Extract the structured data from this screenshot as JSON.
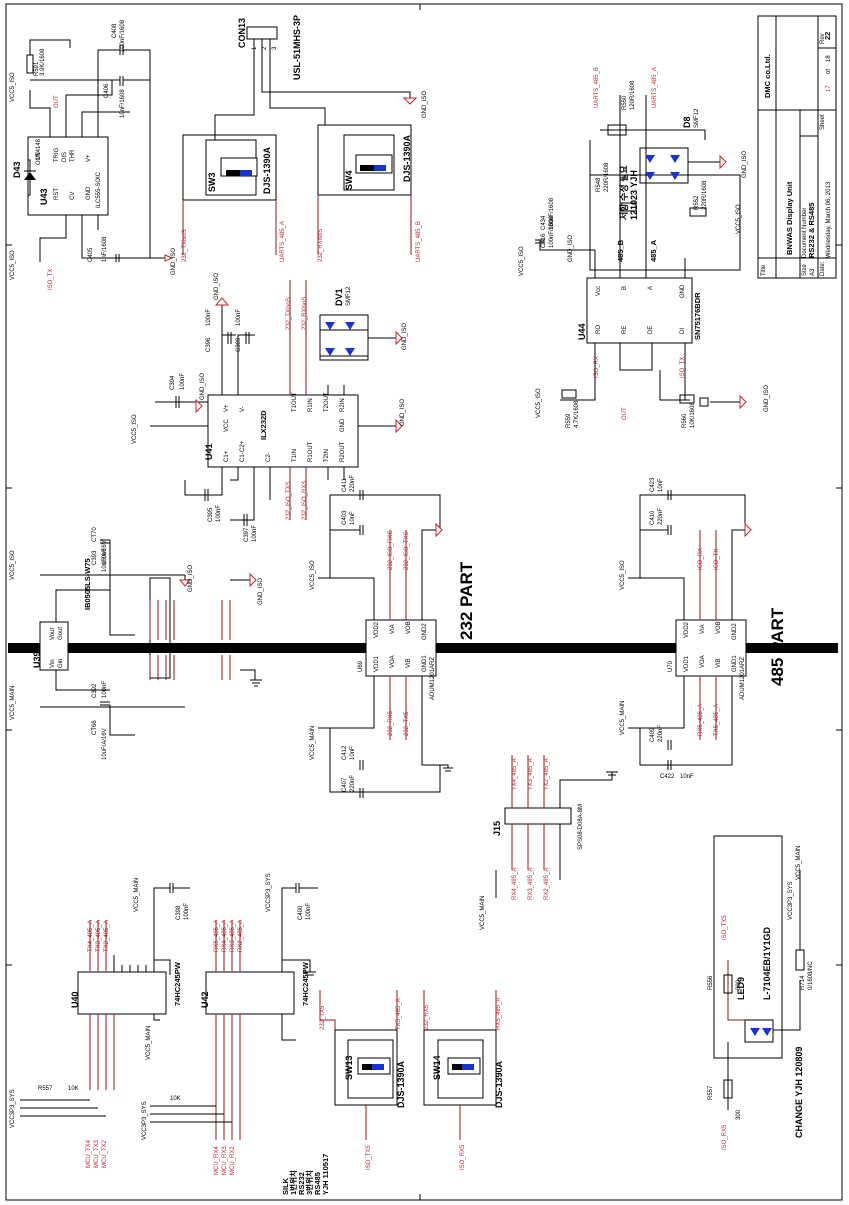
{
  "sections": {
    "part232": "232 PART",
    "part485": "485 PART"
  },
  "title_block": {
    "logo": "DMC co.Ltd.",
    "rev_label": "Rev",
    "rev": "22",
    "title_label": "Title",
    "title": "BNWAS Display Unit",
    "size_label": "Size",
    "size": "A3",
    "docnum_label": "Document Number",
    "docnum": "RS232 & RS485",
    "date_label": "Date:",
    "date": "Wednesday, March 06, 2013",
    "sheet_label": "Sheet",
    "sheet": "17",
    "of": "of",
    "total": "18"
  },
  "change_note": "CHANGE YJH 120809",
  "silk_note": {
    "l1": "SILK",
    "l2": "1번위치",
    "l3": "RS232",
    "l4": "3번위치",
    "l5": "RS485",
    "l6": "YJH 110517"
  },
  "korean_note": {
    "l1": "저항 수정 필요",
    "l2": "121023 YJH"
  },
  "components": {
    "con13": "CON13",
    "con13_part": "USL-51MHS-3P",
    "sw3": "SW3",
    "sw3_part": "DJS-1390A",
    "sw4": "SW4",
    "sw4_part": "DJS-1390A",
    "sw13": "SW13",
    "sw13_part": "DJS-1390A",
    "sw14": "SW14",
    "sw14_part": "DJS-1390A",
    "u43": "U43",
    "u43_part": "ILC555-SOIC",
    "u41": "U41",
    "u41_part": "ILX232D",
    "u44": "U44",
    "u44_part": "SN75176BDR",
    "u39": "U39",
    "u39_part": "IB0505LS-W75",
    "u69": "U69",
    "u69_part": "ADUM1201ARZ",
    "u70": "U70",
    "u70_part": "ADUM1201ARZ",
    "u40": "U40",
    "u40_part": "74HC245PW",
    "u42": "U42",
    "u42_part": "74HC245PW",
    "d43": "D43",
    "d43_part": "1N4148",
    "dv1": "DV1",
    "dv1_part": "SMF12",
    "d8": "D8",
    "d8_part": "SMF12",
    "led9": "LED9",
    "led9_part": "L-7104EB/1Y1GD",
    "j15": "J15",
    "j15_part": "SPS08-D08A-8M"
  },
  "passives": {
    "c408": "C408",
    "c408_v": "100nF/1608",
    "c406": "C406",
    "c406_v": "10nF/1608",
    "c405": "C405",
    "c405_v": "1nF/1608",
    "r591": "R591",
    "r591_v": "3.9K/1608",
    "c394": "C394",
    "c394_v": "100nF",
    "c395": "C395",
    "c395_v": "100nF",
    "c396": "C396",
    "c396_v": "100nF",
    "c397": "C397",
    "c397_v": "100nF",
    "c399": "C399",
    "c399_v": "100nF",
    "c411": "C411",
    "c411_v": "220nF",
    "c403": "C403",
    "c403_v": "10nF",
    "c410": "C410",
    "c410_v": "220nF",
    "c423": "C423",
    "c423_v": "10nF",
    "c393": "C393",
    "c393_v": "100nF",
    "c392": "C392",
    "c392_v": "100nF",
    "ct70": "CT70",
    "ct70_v": "10uF/A/16V",
    "ct66": "CT66",
    "ct66_v": "10uF/A/16V",
    "c412": "C412",
    "c412_v": "10nF",
    "c407": "C407",
    "c407_v": "220nF",
    "c409": "C409",
    "c409_v": "220nF",
    "c422": "C422",
    "c422_v": "10nF",
    "c398": "C398",
    "c398_v": "100nF",
    "c400": "C400",
    "c400_v": "100nF",
    "c434": "C434",
    "c434_v": "100nF/1608",
    "c416": "C416",
    "c416_v": "100nF/1608",
    "r548": "R548",
    "r548_v": "220R/1608",
    "r550": "R550",
    "r550_v": "120R/1608",
    "r552": "R552",
    "r552_v": "220R/1608",
    "r559": "R559",
    "r559_v": "4.7K/1608",
    "r560": "R560",
    "r560_v": "10K/1608",
    "r556": "R556",
    "r556_v": "300",
    "r557": "R557",
    "r557_v": "300",
    "r714": "R714",
    "r714_v": "0/1608/NC",
    "r10k": "10K"
  },
  "nets": {
    "vcc5_iso": "VCC5_ISO",
    "vcc5_main": "VCC5_MAIN",
    "vcc3p3_sys": "VCC3P3_SYS",
    "gnd_iso": "GND_ISO",
    "out": "OUT",
    "iso_tx": "ISO_TX",
    "iso_rx": "ISO_RX",
    "uarts_485_a": "UARTS_485_A",
    "uarts_485_b": "UARTS_485_B",
    "r232_txiso": "232_TXisoS",
    "r232_rxiso": "232_RXisoS",
    "iso_txs": "232_ISO_TXS",
    "iso_rxs": "232_ISO_RXS",
    "tx5_485": "TX5_485_A",
    "rx5_485": "RX5_485_A",
    "tx4_485": "TX4_485_A",
    "tx3_485": "TX3_485_A",
    "tx2_485": "TX2_485_A",
    "rx4_485": "RX4_485_A",
    "rx3_485": "RX3_485_A",
    "rx2_485": "RX2_485_A",
    "mcu_tx4": "MCU_TX4",
    "mcu_tx3": "MCU_TX3",
    "mcu_tx2": "MCU_TX2",
    "mcu_rx4": "MCU_RX4",
    "mcu_rx3": "MCU_RX3",
    "mcu_rx2": "MCU_RX2",
    "iso_tx5": "ISO_TX5",
    "iso_rx5": "ISO_RX5",
    "r232_rx5": "232_RX5",
    "r232_tx5": "232_TX5",
    "iso_rx_a": "ISO_RX",
    "iso_tx_a": "ISO_TX",
    "label_485a": "485_A",
    "label_485b": "485_B"
  }
}
